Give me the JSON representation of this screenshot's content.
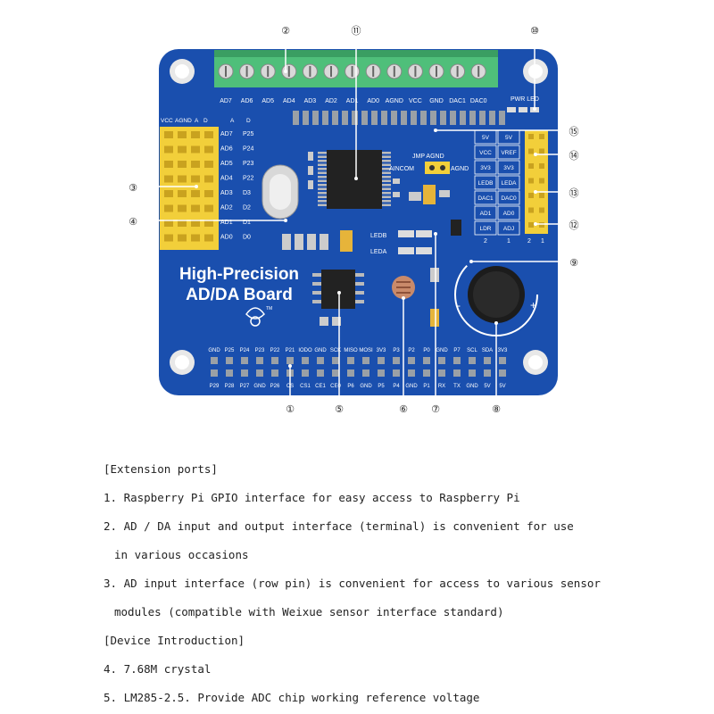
{
  "board": {
    "title_line1": "High-Precision",
    "title_line2": "AD/DA Board",
    "logo_tm": "TM",
    "colors": {
      "pcb": "#1a4fae",
      "terminal": "#4fbf7a",
      "header": "#f2cf3a",
      "pins": "#9aa0a6"
    }
  },
  "silk": {
    "terminal_labels": [
      "AD7",
      "AD6",
      "AD5",
      "AD4",
      "AD3",
      "AD2",
      "AD1",
      "AD0",
      "AGND",
      "VCC",
      "GND",
      "DAC1",
      "DAC0"
    ],
    "left_header_top": [
      "VCC",
      "AGND",
      "A",
      "D",
      "A",
      "D"
    ],
    "left_ad": [
      "AD7",
      "AD6",
      "AD5",
      "AD4",
      "AD3",
      "AD2",
      "AD1",
      "AD0"
    ],
    "left_p": [
      "P25",
      "P24",
      "P23",
      "P22",
      "D3",
      "D2",
      "D1",
      "D0"
    ],
    "pwr_led": "PWR LED",
    "jmp_agnd": "JMP AGND",
    "aincom": "AINCOM",
    "agnd": "AGND",
    "right_table": [
      [
        "5V",
        "5V"
      ],
      [
        "VCC",
        "VREF"
      ],
      [
        "3V3",
        "3V3"
      ],
      [
        "LEDB",
        "LEDA"
      ],
      [
        "DAC1",
        "DAC0"
      ],
      [
        "AD1",
        "AD0"
      ],
      [
        "LDR",
        "ADJ"
      ]
    ],
    "right_cols": [
      "2",
      "1",
      "2",
      "1"
    ],
    "leds": [
      "LEDB",
      "LEDA"
    ],
    "gpio_top": [
      "GND",
      "P25",
      "P24",
      "P23",
      "P22",
      "P21",
      "IODO",
      "GND",
      "SCK",
      "MISO",
      "MOSI",
      "3V3",
      "P3",
      "P2",
      "P0",
      "GND",
      "P7",
      "SCL",
      "SDA",
      "3V3"
    ],
    "gpio_bottom": [
      "P29",
      "P28",
      "P27",
      "GND",
      "P26",
      "CS",
      "CS1",
      "CE1",
      "CE0",
      "P6",
      "GND",
      "P5",
      "P4",
      "GND",
      "P1",
      "RX",
      "TX",
      "GND",
      "5V",
      "5V"
    ]
  },
  "callouts": [
    "①",
    "②",
    "③",
    "④",
    "⑤",
    "⑥",
    "⑦",
    "⑧",
    "⑨",
    "⑩",
    "⑪",
    "⑫",
    "⑬",
    "⑭",
    "⑮"
  ],
  "description": [
    "[Extension ports]",
    "1. Raspberry Pi GPIO interface for easy access to Raspberry Pi",
    "2. AD / DA input and output interface (terminal) is convenient for use",
    "in various occasions",
    "3. AD input interface (row pin) is convenient for access to various sensor",
    "modules (compatible with Weixue sensor interface standard)",
    "[Device Introduction]",
    "4. 7.68M crystal",
    "5. LM285-2.5. Provide ADC chip working reference voltage"
  ]
}
